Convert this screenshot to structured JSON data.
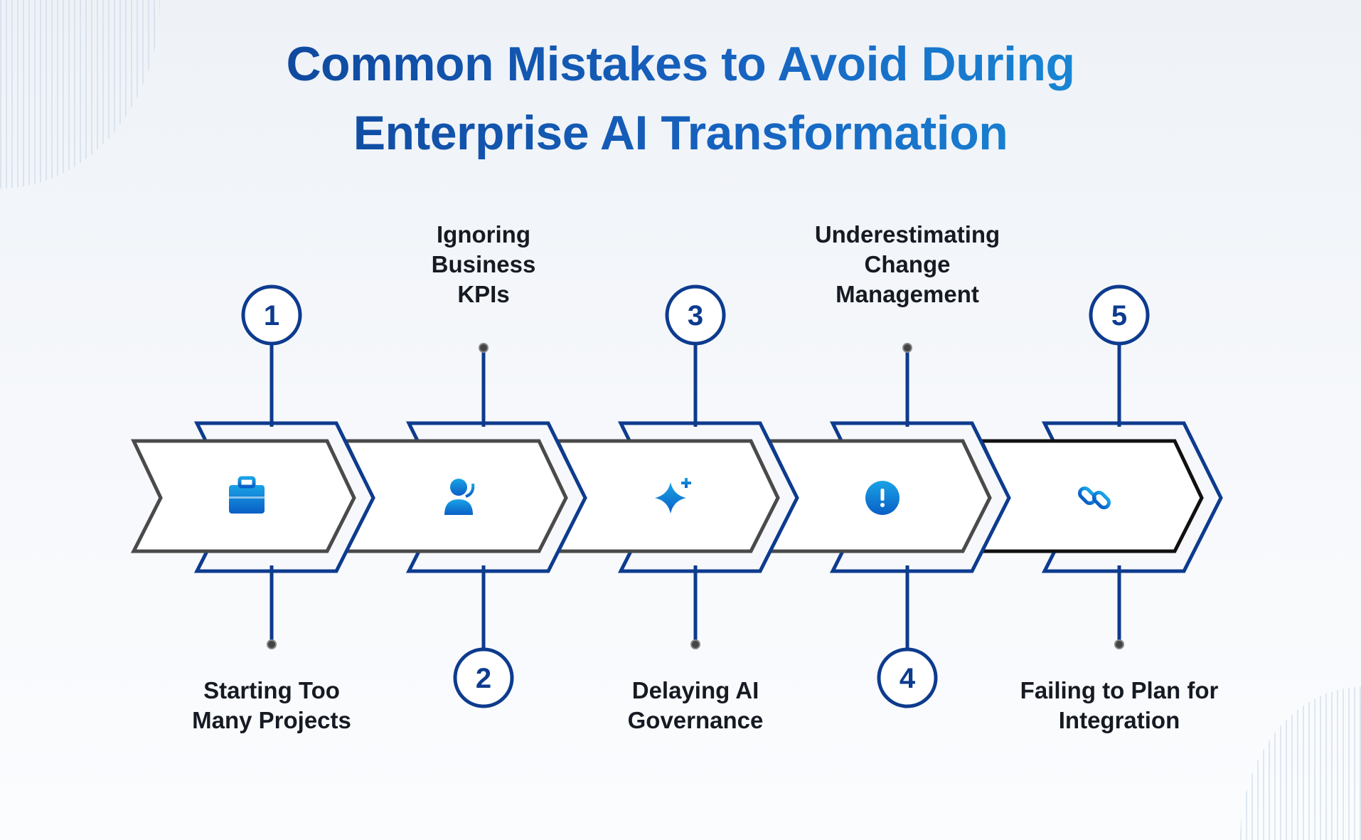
{
  "title": {
    "line1": "Common Mistakes to Avoid During",
    "line2": "Enterprise AI Transformation"
  },
  "colors": {
    "navy": "#0d3b8e",
    "gray_arrow": "#4a4a4a",
    "black_arrow": "#111111",
    "icon_light": "#1aa3e6",
    "icon_dark": "#0a5fc6"
  },
  "steps": [
    {
      "number": "1",
      "label": "Starting Too\nMany Projects",
      "icon": "briefcase-icon",
      "circle_side": "top"
    },
    {
      "number": "2",
      "label": "Ignoring\nBusiness\nKPIs",
      "icon": "support-agent-icon",
      "circle_side": "bottom"
    },
    {
      "number": "3",
      "label": "Delaying AI\nGovernance",
      "icon": "sparkle-icon",
      "circle_side": "top"
    },
    {
      "number": "4",
      "label": "Underestimating\nChange\nManagement",
      "icon": "alert-icon",
      "circle_side": "bottom"
    },
    {
      "number": "5",
      "label": "Failing to Plan for\nIntegration",
      "icon": "link-icon",
      "circle_side": "top"
    }
  ]
}
